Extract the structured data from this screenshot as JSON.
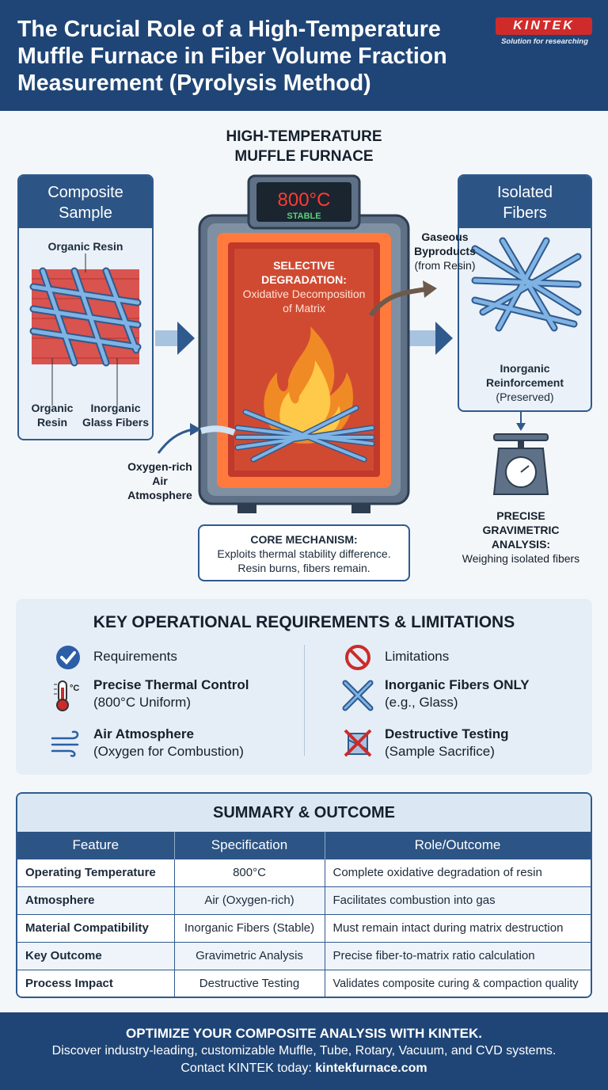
{
  "header": {
    "title_lines": [
      "The Crucial Role of a High-Temperature",
      "Muffle Furnace in Fiber Volume Fraction",
      "Measurement (Pyrolysis Method)"
    ],
    "logo_text": "KINTEK",
    "logo_tagline": "Solution for researching"
  },
  "diagram": {
    "furnace_title_lines": [
      "HIGH-TEMPERATURE",
      "MUFFLE FURNACE"
    ],
    "display_temp": "800°C",
    "display_status": "STABLE",
    "chamber_title_lines": [
      "SELECTIVE",
      "DEGRADATION:"
    ],
    "chamber_sub_lines": [
      "Oxidative Decomposition",
      "of Matrix"
    ],
    "left_panel": {
      "title_lines": [
        "Composite",
        "Sample"
      ],
      "label_top": "Organic Resin",
      "label_bottom_left_lines": [
        "Organic",
        "Resin"
      ],
      "label_bottom_right_lines": [
        "Inorganic",
        "Glass Fibers"
      ]
    },
    "right_panel": {
      "title_lines": [
        "Isolated",
        "Fibers"
      ],
      "label_bold_lines": [
        "Inorganic",
        "Reinforcement"
      ],
      "label_sub": "(Preserved)"
    },
    "gaseous_lines": [
      "Gaseous",
      "Byproducts"
    ],
    "gaseous_sub": "(from Resin)",
    "air_lines": [
      "Oxygen-rich",
      "Air",
      "Atmosphere"
    ],
    "gravimetric_lines": [
      "PRECISE",
      "GRAVIMETRIC",
      "ANALYSIS:"
    ],
    "gravimetric_sub": "Weighing isolated fibers",
    "core": {
      "title": "CORE MECHANISM:",
      "line1": "Exploits thermal stability difference.",
      "line2": "Resin burns, fibers remain."
    }
  },
  "requirements": {
    "title": "KEY OPERATIONAL REQUIREMENTS & LIMITATIONS",
    "req_heading": "Requirements",
    "lim_heading": "Limitations",
    "items": [
      {
        "head": "Precise Thermal Control",
        "sub": "(800°C Uniform)",
        "icon": "thermometer-icon"
      },
      {
        "head": "Air Atmosphere",
        "sub": "(Oxygen for Combustion)",
        "icon": "wind-icon"
      },
      {
        "head": "Inorganic Fibers ONLY",
        "sub": "(e.g., Glass)",
        "icon": "crossed-fibers-icon"
      },
      {
        "head": "Destructive Testing",
        "sub": "(Sample Sacrifice)",
        "icon": "destroyed-sample-icon"
      }
    ],
    "thermo_unit": "°C",
    "colors": {
      "check": "#2c5ea8",
      "prohibit": "#cc2b2b"
    }
  },
  "summary": {
    "title": "SUMMARY & OUTCOME",
    "columns": [
      "Feature",
      "Specification",
      "Role/Outcome"
    ],
    "rows": [
      [
        "Operating Temperature",
        "800°C",
        "Complete oxidative degradation of resin"
      ],
      [
        "Atmosphere",
        "Air (Oxygen-rich)",
        "Facilitates combustion into gas"
      ],
      [
        "Material Compatibility",
        "Inorganic Fibers (Stable)",
        "Must remain intact during matrix destruction"
      ],
      [
        "Key Outcome",
        "Gravimetric Analysis",
        "Precise fiber-to-matrix ratio calculation"
      ],
      [
        "Process Impact",
        "Destructive Testing",
        "Validates composite curing & compaction quality"
      ]
    ]
  },
  "footer": {
    "line1": "OPTIMIZE YOUR COMPOSITE ANALYSIS WITH KINTEK.",
    "line2": "Discover industry-leading, customizable Muffle, Tube, Rotary, Vacuum, and CVD systems.",
    "line3_prefix": "Contact KINTEK today: ",
    "line3_link": "kintekfurnace.com"
  },
  "colors": {
    "primary": "#1f4576",
    "accent": "#d02b2b",
    "fiber": "#5b9bd5",
    "resin": "#d9534f"
  }
}
